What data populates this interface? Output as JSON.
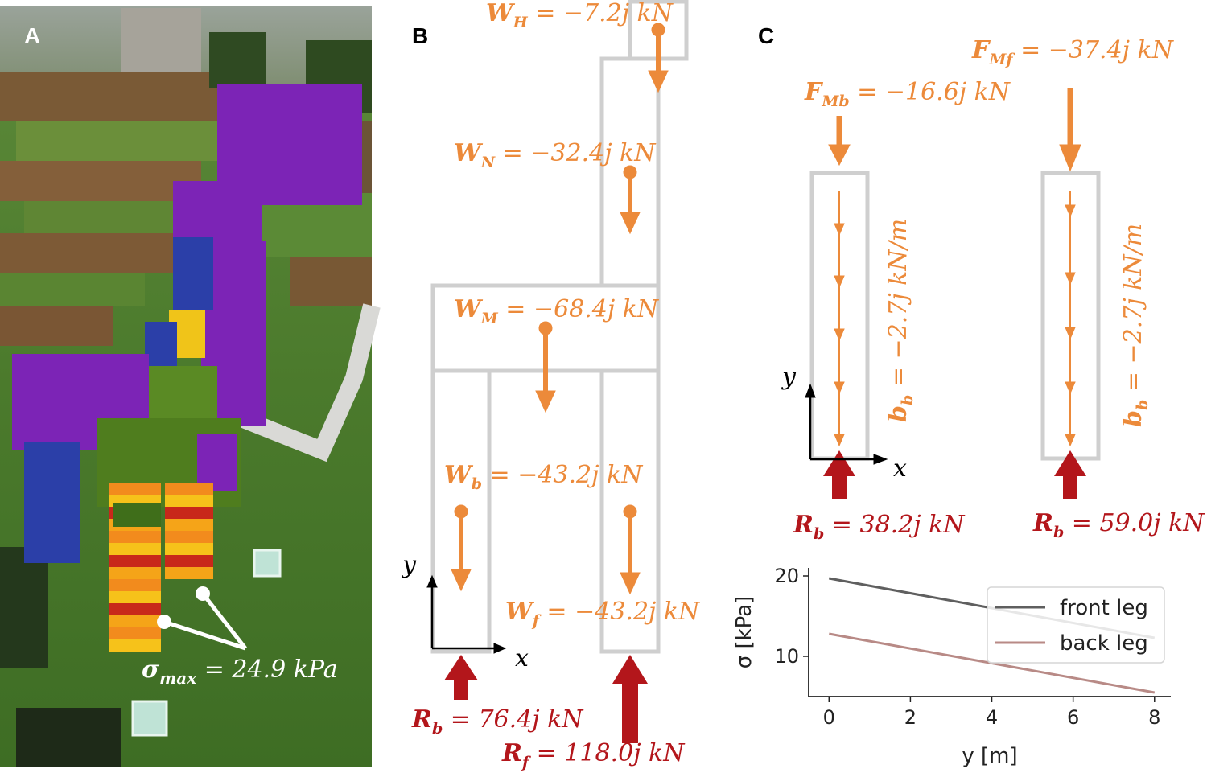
{
  "panels": {
    "a": "A",
    "b": "B",
    "c": "C"
  },
  "colors": {
    "weight": "#ec8a3a",
    "reaction": "#b3161b",
    "frame": "#cfcfcf",
    "front_leg": "#5f5f5f",
    "back_leg": "#b88a86"
  },
  "panel_a": {
    "stress_label": "σmax = 24.9 kPa",
    "stress_sym": "σ",
    "stress_sub": "max",
    "stress_val": " = 24.9 kPa"
  },
  "panel_b": {
    "WH": {
      "sym": "W",
      "sub": "H",
      "val": " = −7.2j kN"
    },
    "WN": {
      "sym": "W",
      "sub": "N",
      "val": " = −32.4j kN"
    },
    "WM": {
      "sym": "W",
      "sub": "M",
      "val": " = −68.4j kN"
    },
    "Wb": {
      "sym": "W",
      "sub": "b",
      "val": " = −43.2j kN"
    },
    "Wf": {
      "sym": "W",
      "sub": "f",
      "val": " = −43.2j kN"
    },
    "Rb": {
      "sym": "R",
      "sub": "b",
      "val": " = 76.4j kN"
    },
    "Rf": {
      "sym": "R",
      "sub": "f",
      "val": " = 118.0j kN"
    },
    "axis_x": "x",
    "axis_y": "y"
  },
  "panel_c": {
    "FMb": {
      "sym": "F",
      "sub": "Mb",
      "val": " = −16.6j kN"
    },
    "FMf": {
      "sym": "F",
      "sub": "Mf",
      "val": " = −37.4j kN"
    },
    "bb_left": {
      "sym": "b",
      "sub": "b",
      "val": " = −2.7j kN/m"
    },
    "bb_right": {
      "sym": "b",
      "sub": "b",
      "val": " = −2.7j kN/m"
    },
    "Rb_left": {
      "sym": "R",
      "sub": "b",
      "val": " = 38.2j kN"
    },
    "Rb_right": {
      "sym": "R",
      "sub": "b",
      "val": " = 59.0j kN"
    },
    "axis_x": "x",
    "axis_y": "y"
  },
  "chart_data": {
    "type": "line",
    "xlabel": "y [m]",
    "ylabel": "σ [kPa]",
    "xlim": [
      -0.5,
      8.4
    ],
    "ylim": [
      5.0,
      21.0
    ],
    "xticks": [
      "0",
      "2",
      "4",
      "6",
      "8"
    ],
    "yticks": [
      "10",
      "20"
    ],
    "legend_position": "top-right",
    "series": [
      {
        "name": "front leg",
        "x": [
          0,
          8
        ],
        "y": [
          19.7,
          12.3
        ],
        "color": "#5f5f5f"
      },
      {
        "name": "back leg",
        "x": [
          0,
          8
        ],
        "y": [
          12.8,
          5.5
        ],
        "color": "#b88a86"
      }
    ]
  }
}
